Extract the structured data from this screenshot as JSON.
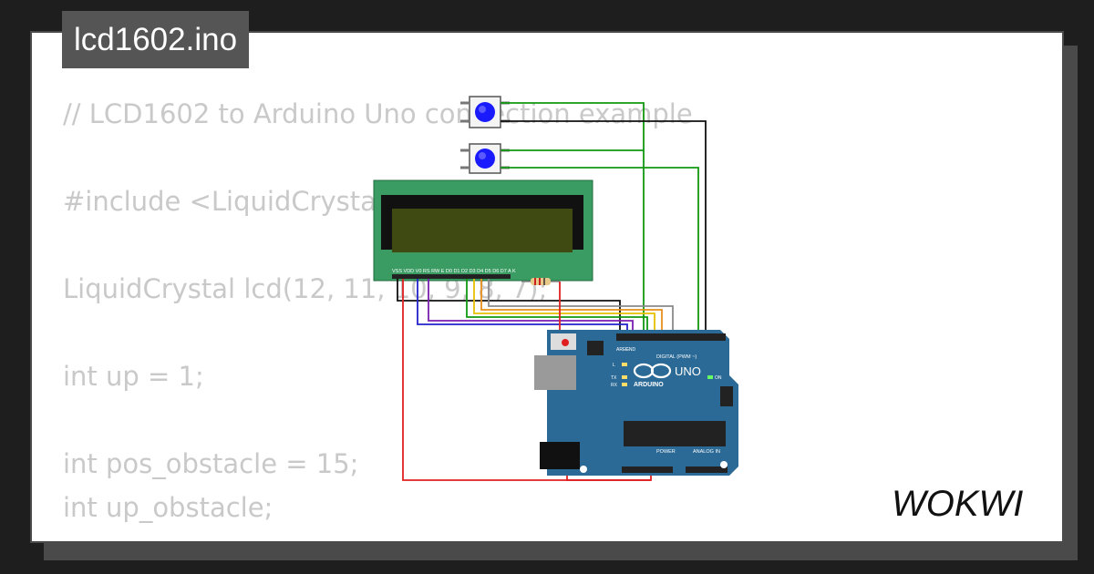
{
  "project": {
    "title": "lcd1602.ino"
  },
  "code_lines": [
    "// LCD1602 to Arduino Uno connection example",
    "#include <LiquidCrystal.h>",
    "LiquidCrystal lcd(12, 11, 10, 9, 8, 7);",
    "int up = 1;",
    "int pos_obstacle = 15;",
    "int up_obstacle;"
  ],
  "lcd": {
    "pin_labels": "VSS VDD V0 RS RW E D0 D1 D2 D3 D4 D5 D6 D7 A K"
  },
  "arduino": {
    "brand": "ARDUINO",
    "model": "UNO",
    "digital_label": "DIGITAL (PWM ~)",
    "power_label": "POWER",
    "analog_label": "ANALOG IN",
    "led_l": "L",
    "led_tx": "TX",
    "led_rx": "RX",
    "on_label": "ON",
    "aref_label": "AREF",
    "gnd_label": "GND"
  },
  "brand": {
    "logo": "WOKWI"
  },
  "colors": {
    "background": "#1e1e1e",
    "card": "#ffffff",
    "tab": "#555555",
    "code_text": "#c9c9c9",
    "lcd_pcb": "#3a9c63",
    "lcd_screen": "#3f4a12",
    "arduino_board": "#2b6a96",
    "button_cap": "#1a1aff",
    "wire_red": "#e02020",
    "wire_green": "#119911",
    "wire_black": "#111111",
    "wire_blue": "#2222cc",
    "wire_purple": "#7a1fb0",
    "wire_yellow": "#e6c000",
    "wire_orange": "#e8901c",
    "wire_gray": "#8a8a8a"
  }
}
